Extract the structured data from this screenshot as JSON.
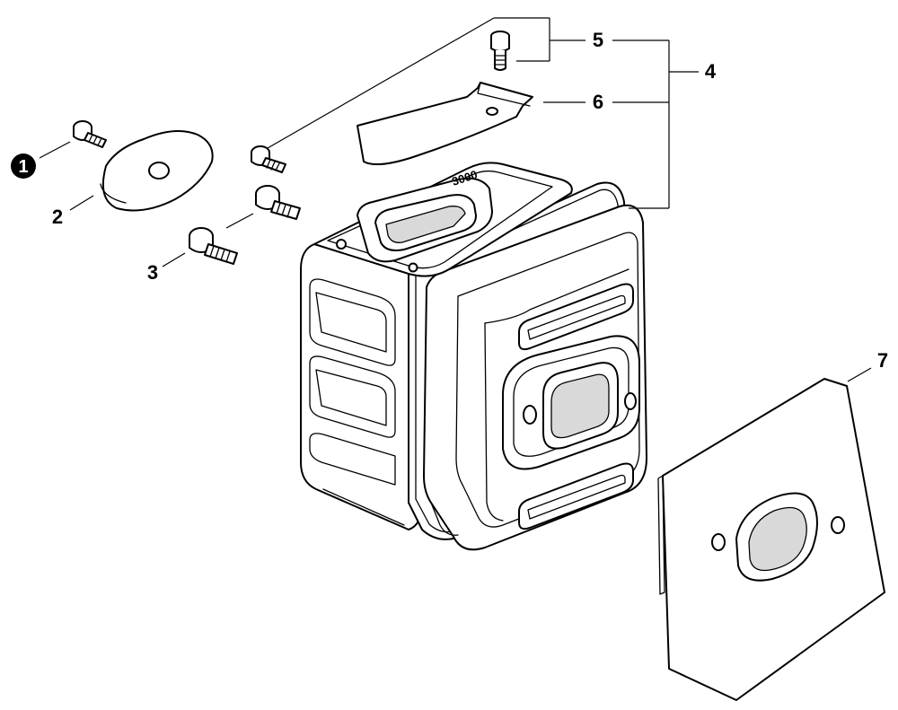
{
  "diagram": {
    "callouts": [
      {
        "id": "callout-1",
        "label": "1",
        "highlighted": true
      },
      {
        "id": "callout-2",
        "label": "2"
      },
      {
        "id": "callout-3",
        "label": "3"
      },
      {
        "id": "callout-4",
        "label": "4"
      },
      {
        "id": "callout-5",
        "label": "5"
      },
      {
        "id": "callout-6",
        "label": "6"
      },
      {
        "id": "callout-7",
        "label": "7"
      }
    ],
    "embossed_text": "3000"
  },
  "colors": {
    "line": "#000000",
    "background": "#ffffff",
    "shade": "#d9d9d9",
    "highlight_badge": "#000000"
  }
}
